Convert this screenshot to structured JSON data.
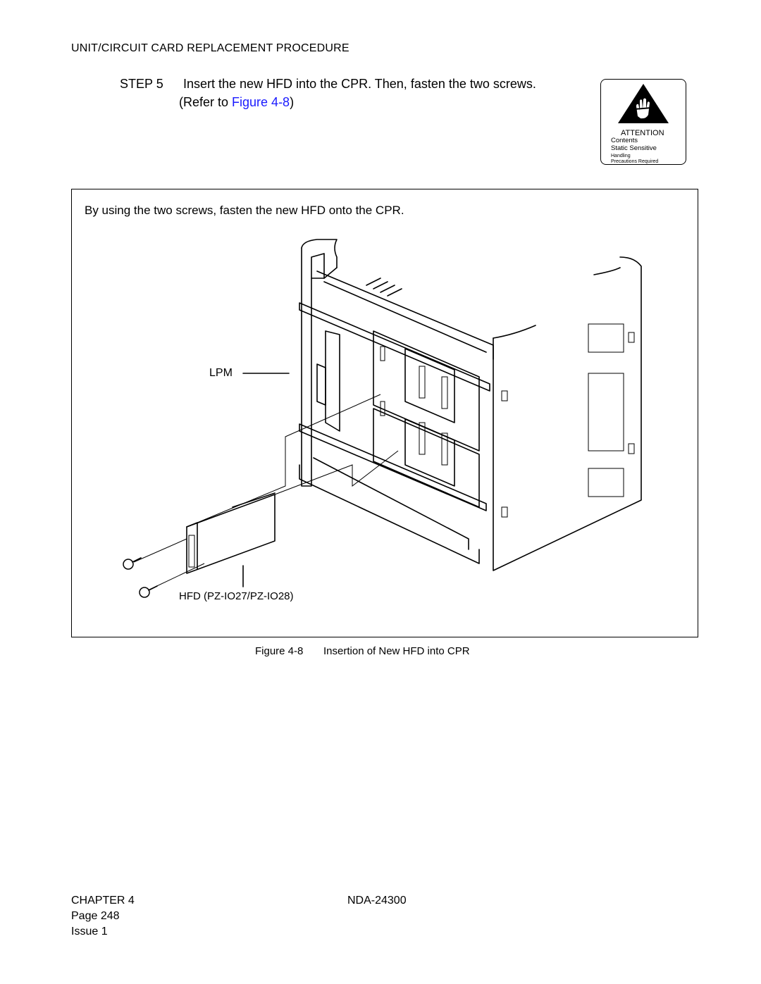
{
  "header": {
    "section_title": "UNIT/CIRCUIT CARD REPLACEMENT PROCEDURE"
  },
  "step": {
    "number": "STEP 5",
    "text": "Insert the new HFD into the CPR. Then, fasten the two screws.",
    "refer_prefix": "(Refer to ",
    "refer_link": "Figure 4-8",
    "refer_suffix": ")"
  },
  "attention": {
    "title": "ATTENTION",
    "line1": "Contents",
    "line2": "Static Sensitive",
    "line3": "Handling",
    "line4": "Precautions Required"
  },
  "figure": {
    "instruction": "By using the two screws, fasten the new HFD onto the CPR.",
    "lpm_label": "LPM",
    "hfd_label": "HFD (PZ-IO27/PZ-IO28)",
    "caption_number": "Figure 4-8",
    "caption_text": "Insertion of New HFD into CPR"
  },
  "footer": {
    "chapter": "CHAPTER 4",
    "page": "Page 248",
    "issue": "Issue 1",
    "doc_id": "NDA-24300"
  },
  "icons": [
    "esd-warning-icon",
    "hand-icon",
    "screw-icon"
  ]
}
